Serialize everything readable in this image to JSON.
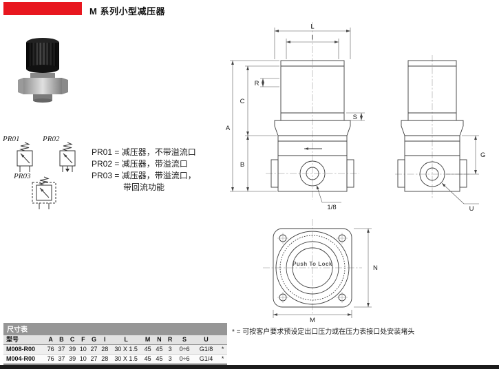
{
  "header": {
    "title": "M 系列小型减压器",
    "logo_color": "#e8171f"
  },
  "symbols": {
    "pr01": "PR01",
    "pr02": "PR02",
    "pr03": "PR03"
  },
  "descriptions": {
    "line1": "PR01 = 减压器，不带溢流口",
    "line2": "PR02 = 减压器，带溢流口",
    "line3": "PR03 = 减压器，带溢流口，",
    "line4": "带回流功能"
  },
  "drawing": {
    "labels": {
      "L": "L",
      "I": "I",
      "R": "R",
      "C": "C",
      "A": "A",
      "B": "B",
      "S": "S",
      "G": "G",
      "U": "U",
      "M": "M",
      "N": "N",
      "port": "1/8",
      "push_to_lock": "Push To Lock"
    }
  },
  "table": {
    "title": "尺寸表",
    "columns": [
      "型号",
      "A",
      "B",
      "C",
      "F",
      "G",
      "I",
      "L",
      "M",
      "N",
      "R",
      "S",
      "U",
      ""
    ],
    "rows": [
      {
        "model": "M008-R00",
        "values": [
          "76",
          "37",
          "39",
          "10",
          "27",
          "28",
          "30 X 1.5",
          "45",
          "45",
          "3",
          "0÷6",
          "G1/8",
          "*"
        ]
      },
      {
        "model": "M004-R00",
        "values": [
          "76",
          "37",
          "39",
          "10",
          "27",
          "28",
          "30 X 1.5",
          "45",
          "45",
          "3",
          "0÷6",
          "G1/4",
          "*"
        ]
      }
    ]
  },
  "note": "* = 可按客户要求预设定出口压力或在压力表接口处安装堵头"
}
